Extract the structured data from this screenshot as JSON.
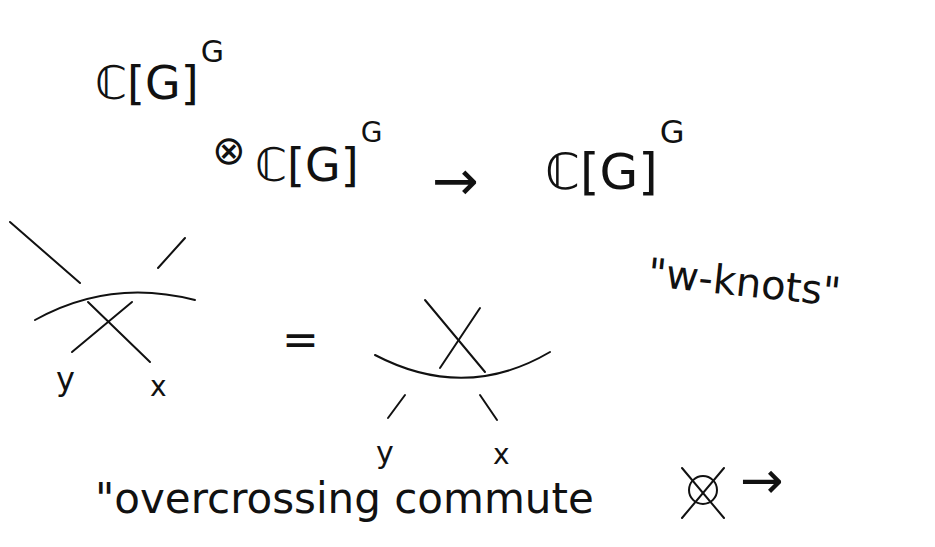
{
  "diagram": {
    "labels": [
      "ℂ[G]",
      "G",
      "⊗",
      "ℂ[G]",
      "G",
      "→",
      "ℂ[G]",
      "G",
      "y",
      "x",
      "=",
      "y",
      "x",
      "\"w-knots\"",
      "\"overcrossing commute",
      "→"
    ]
  }
}
